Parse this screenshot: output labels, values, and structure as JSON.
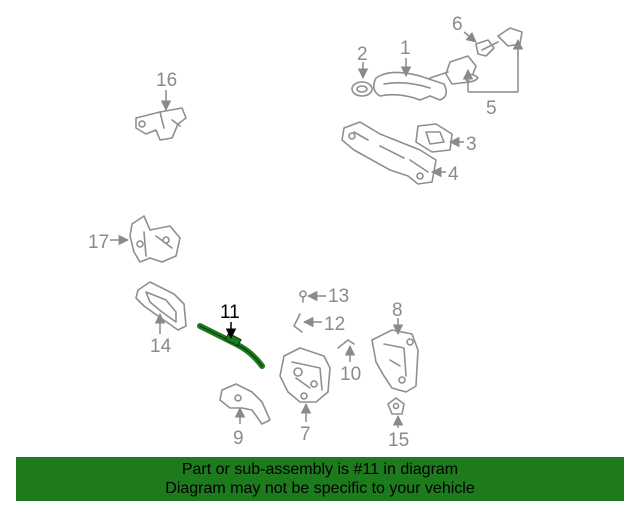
{
  "callouts": {
    "c1": "1",
    "c2": "2",
    "c3": "3",
    "c4": "4",
    "c5": "5",
    "c6": "6",
    "c7": "7",
    "c8": "8",
    "c9": "9",
    "c10": "10",
    "c11": "11",
    "c12": "12",
    "c13": "13",
    "c14": "14",
    "c15": "15",
    "c16": "16",
    "c17": "17"
  },
  "highlight_part": "11",
  "colors": {
    "highlight": "#1d7a1d",
    "parts": "#8f8f8f",
    "footer_bg": "#1d7a1d"
  },
  "footer": {
    "line1": "Part or sub-assembly is #11 in diagram",
    "line2": "Diagram may not be specific to your vehicle"
  }
}
